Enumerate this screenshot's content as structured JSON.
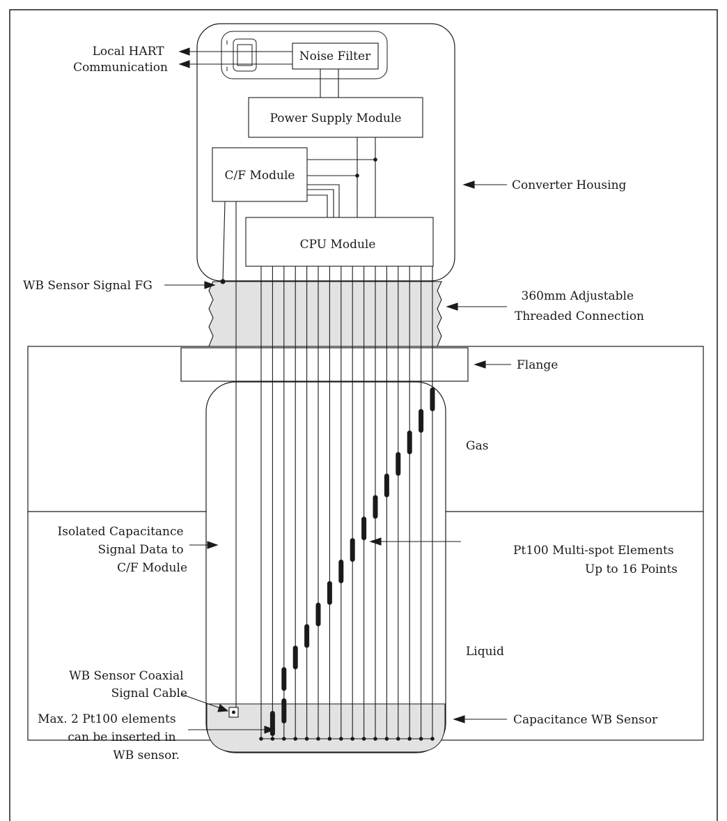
{
  "labels": {
    "local_hart": [
      "Local HART",
      "Communication"
    ],
    "converter_housing": "Converter Housing",
    "wb_signal_fg": "WB Sensor Signal FG",
    "threaded_connection": [
      "360mm Adjustable",
      "Threaded Connection"
    ],
    "flange": "Flange",
    "gas": "Gas",
    "isolated_capacitance": [
      "Isolated Capacitance",
      "Signal Data to",
      "C/F Module"
    ],
    "pt100_elements": [
      "Pt100 Multi-spot Elements",
      "Up to 16 Points"
    ],
    "liquid": "Liquid",
    "coaxial_cable": [
      "WB Sensor Coaxial",
      "Signal Cable"
    ],
    "max_pt100": [
      "Max. 2 Pt100 elements",
      "can be inserted in",
      "WB sensor."
    ],
    "capacitance_wb_sensor": "Capacitance WB Sensor"
  },
  "modules": {
    "noise_filter": "Noise Filter",
    "power_supply": "Power Supply Module",
    "cf_module": "C/F Module",
    "cpu_module": "CPU Module"
  },
  "pt100_count": 16,
  "colors": {
    "line": "#1a1a1a",
    "shaded": "#e2e2e2",
    "background": "#ffffff"
  }
}
